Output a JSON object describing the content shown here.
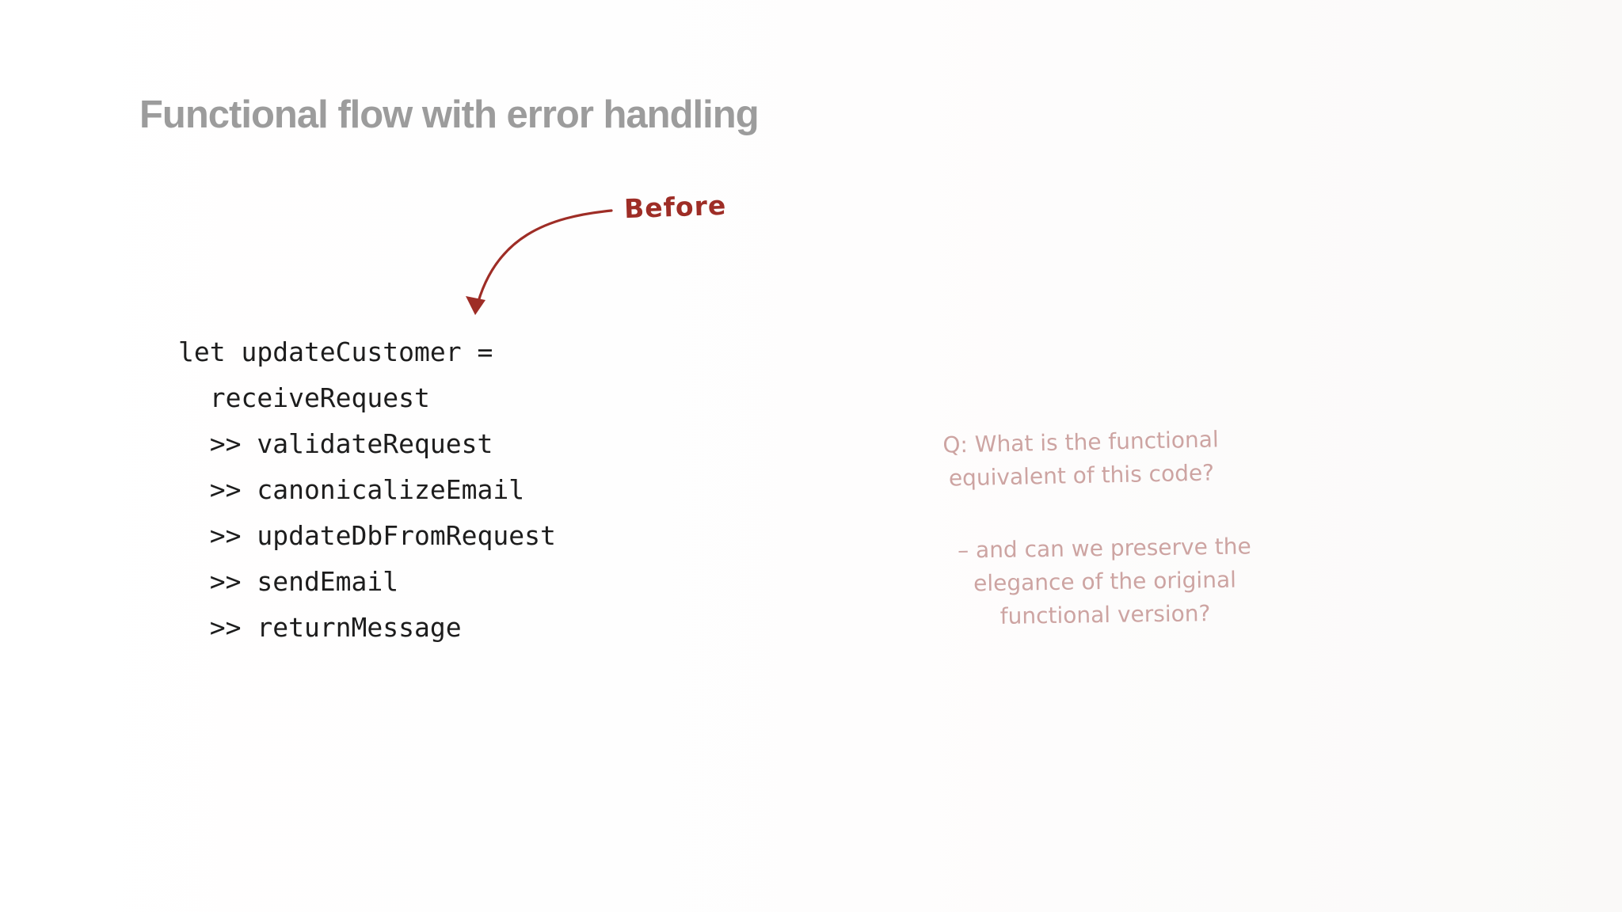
{
  "slide": {
    "title": "Functional flow with error handling",
    "annotation": {
      "before_label": "Before"
    },
    "code": {
      "language_hint": "fsharp-pipeline",
      "text": "let updateCustomer =\n  receiveRequest\n  >> validateRequest\n  >> canonicalizeEmail\n  >> updateDbFromRequest\n  >> sendEmail\n  >> returnMessage",
      "lines": [
        "let updateCustomer =",
        "  receiveRequest",
        "  >> validateRequest",
        "  >> canonicalizeEmail",
        "  >> updateDbFromRequest",
        "  >> sendEmail",
        "  >> returnMessage"
      ]
    },
    "notes": {
      "question": "Q: What is the functional\nequivalent of this code?",
      "followup": "– and can we preserve the\nelegance of the original\nfunctional version?"
    },
    "colors": {
      "title_gray": "#9c9c9c",
      "code_ink": "#1d1d1d",
      "annotation_red": "#9e2d26",
      "note_pink": "#cda4a2",
      "background": "#fdfdfc"
    }
  }
}
